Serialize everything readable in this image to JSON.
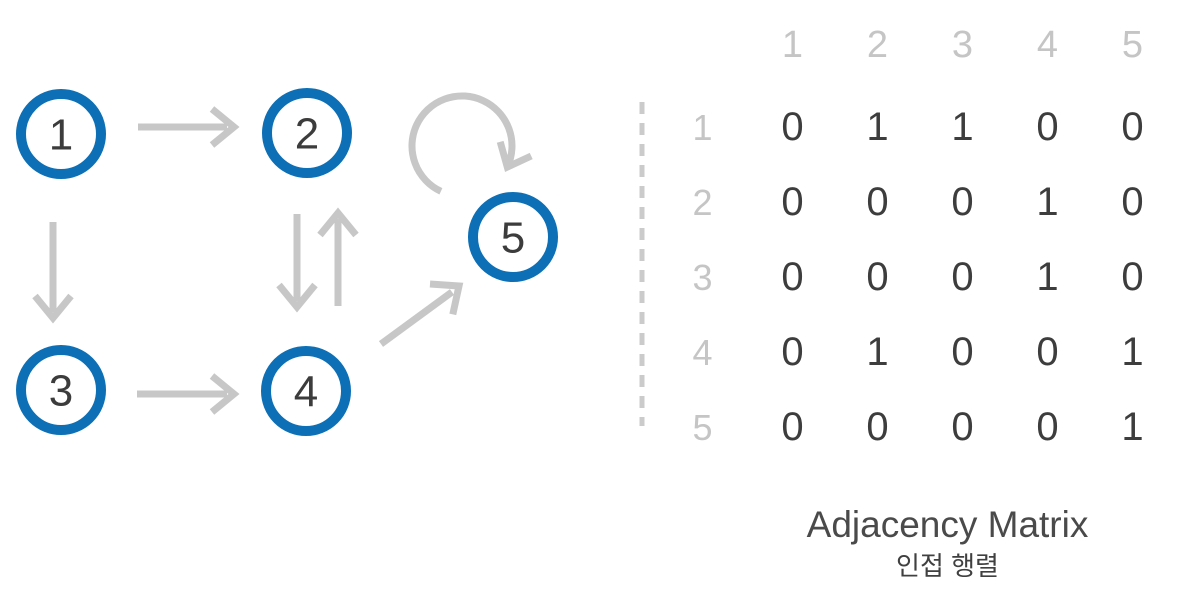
{
  "colors": {
    "node_stroke": "#0d6fb5",
    "node_fill": "#ffffff",
    "node_text": "#3c3c3c",
    "arrow": "#c7c7c7",
    "divider": "#cbcbcb",
    "muted_label": "#c5c5c5",
    "value_text": "#3d3d3d",
    "title_text": "#4a4a4a"
  },
  "graph": {
    "nodes": [
      {
        "id": 1,
        "label": "1"
      },
      {
        "id": 2,
        "label": "2"
      },
      {
        "id": 3,
        "label": "3"
      },
      {
        "id": 4,
        "label": "4"
      },
      {
        "id": 5,
        "label": "5"
      }
    ],
    "edges": [
      {
        "from": 1,
        "to": 2
      },
      {
        "from": 1,
        "to": 3
      },
      {
        "from": 2,
        "to": 4
      },
      {
        "from": 3,
        "to": 4
      },
      {
        "from": 4,
        "to": 2
      },
      {
        "from": 4,
        "to": 5
      },
      {
        "from": 5,
        "to": 5,
        "self_loop": true
      }
    ]
  },
  "matrix": {
    "title": "Adjacency Matrix",
    "subtitle": "인접 행렬",
    "column_headers": [
      "1",
      "2",
      "3",
      "4",
      "5"
    ],
    "rows": [
      {
        "label": "1",
        "values": [
          "0",
          "1",
          "1",
          "0",
          "0"
        ]
      },
      {
        "label": "2",
        "values": [
          "0",
          "0",
          "0",
          "1",
          "0"
        ]
      },
      {
        "label": "3",
        "values": [
          "0",
          "0",
          "0",
          "1",
          "0"
        ]
      },
      {
        "label": "4",
        "values": [
          "0",
          "1",
          "0",
          "0",
          "1"
        ]
      },
      {
        "label": "5",
        "values": [
          "0",
          "0",
          "0",
          "0",
          "1"
        ]
      }
    ]
  }
}
